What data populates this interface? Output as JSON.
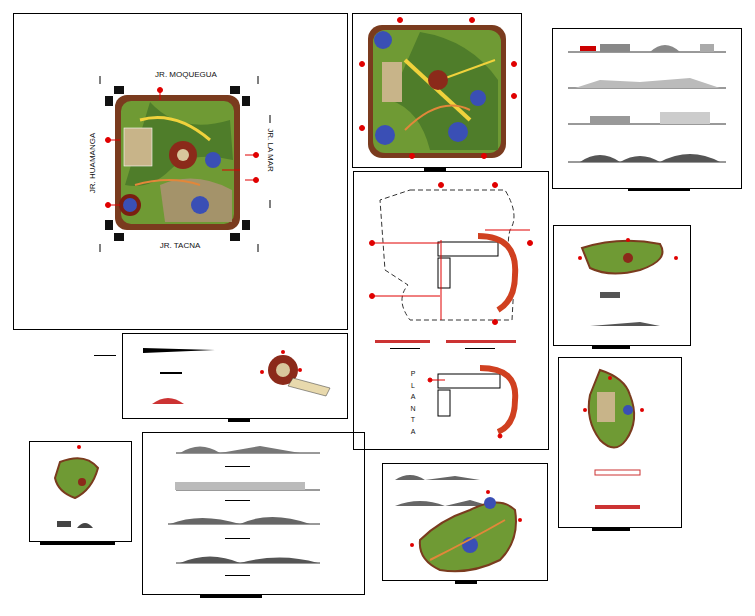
{
  "diagram": {
    "labels": [
      "JR. MOQUEGUA",
      "JR. HUAMANGA",
      "JR. LA MAR",
      "JR. TACNA",
      "PLANTA"
    ]
  }
}
